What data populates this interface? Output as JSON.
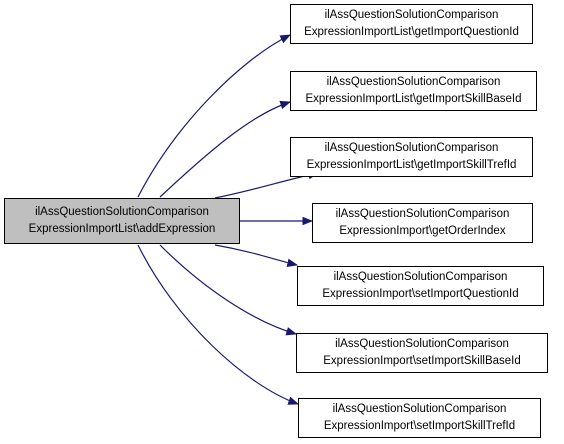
{
  "graph": {
    "source": {
      "line1": "ilAssQuestionSolutionComparison",
      "line2": "ExpressionImportList\\addExpression"
    },
    "targets": [
      {
        "line1": "ilAssQuestionSolutionComparison",
        "line2": "ExpressionImportList\\getImportQuestionId"
      },
      {
        "line1": "ilAssQuestionSolutionComparison",
        "line2": "ExpressionImportList\\getImportSkillBaseId"
      },
      {
        "line1": "ilAssQuestionSolutionComparison",
        "line2": "ExpressionImportList\\getImportSkillTrefId"
      },
      {
        "line1": "ilAssQuestionSolutionComparison",
        "line2": "ExpressionImport\\getOrderIndex"
      },
      {
        "line1": "ilAssQuestionSolutionComparison",
        "line2": "ExpressionImport\\setImportQuestionId"
      },
      {
        "line1": "ilAssQuestionSolutionComparison",
        "line2": "ExpressionImport\\setImportSkillBaseId"
      },
      {
        "line1": "ilAssQuestionSolutionComparison",
        "line2": "ExpressionImport\\setImportSkillTrefId"
      }
    ],
    "colors": {
      "edge": "#191970",
      "source_fill": "#bfbfbf",
      "node_border": "#000000"
    }
  }
}
